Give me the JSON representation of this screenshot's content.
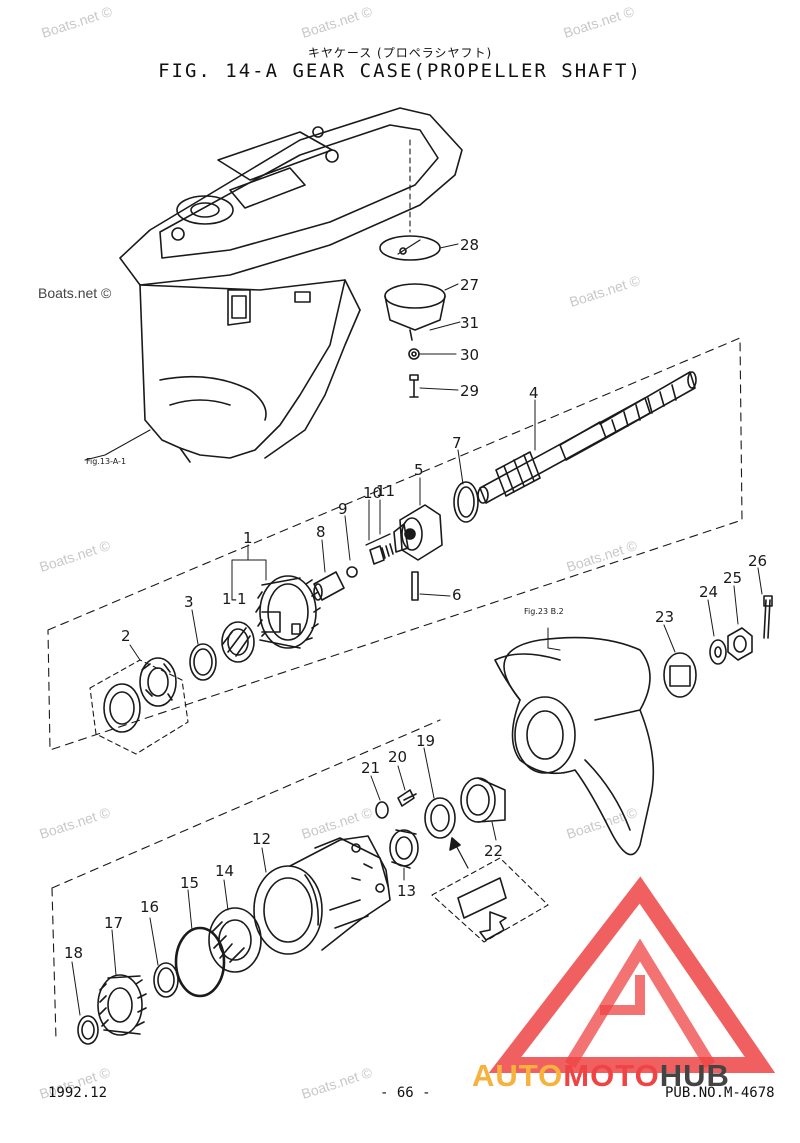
{
  "header": {
    "title_jp": "キヤケース (プロペラシヤフト)",
    "title_en": "FIG. 14-A GEAR CASE(PROPELLER SHAFT)"
  },
  "footer": {
    "date": "1992.12",
    "page": "- 66 -",
    "pub": "PUB.NO.M-4678"
  },
  "references": {
    "fig_13": "Fig.13-A-1",
    "fig_23": "Fig.23 B.2"
  },
  "watermark": "Boats.net ©",
  "logo": {
    "part1": "AUTO",
    "part2": "MOTO",
    "part3": "HUB"
  },
  "callouts": {
    "c28": "28",
    "c27": "27",
    "c31": "31",
    "c30": "30",
    "c29": "29",
    "c4": "4",
    "c7": "7",
    "c5": "5",
    "c11": "11",
    "c10": "10",
    "c9": "9",
    "c8": "8",
    "c6": "6",
    "c1": "1",
    "c1_1": "1-1",
    "c3": "3",
    "c2": "2",
    "c23": "23",
    "c24": "24",
    "c25": "25",
    "c26": "26",
    "c21": "21",
    "c20": "20",
    "c19": "19",
    "c22": "22",
    "c12": "12",
    "c13": "13",
    "c14": "14",
    "c15": "15",
    "c16": "16",
    "c17": "17",
    "c18": "18"
  },
  "colors": {
    "ink": "#1a1a1a",
    "watermark": "#c8c8c8",
    "logo_red": "#ef4444",
    "logo_orange": "#f6b23c",
    "logo_grey": "#444444"
  }
}
